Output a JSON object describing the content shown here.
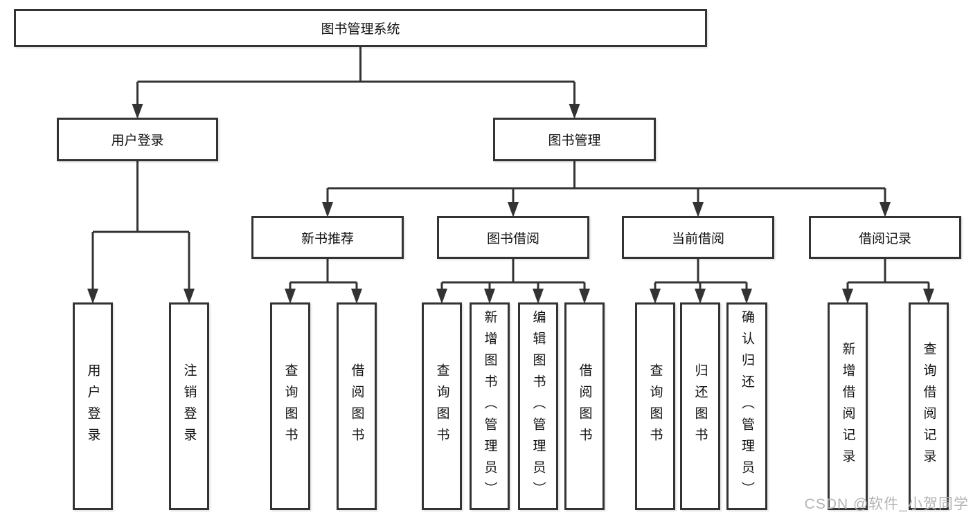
{
  "diagram_type": "tree",
  "colors": {
    "line": "#333333",
    "box_border": "#333333",
    "text": "#111111",
    "background": "#ffffff",
    "watermark": "#b4b4b4"
  },
  "watermark": "CSDN @软件_小贺同学",
  "tree": {
    "label": "图书管理系统",
    "children": [
      {
        "label": "用户登录",
        "children": [
          {
            "label": "用户登录"
          },
          {
            "label": "注销登录"
          }
        ]
      },
      {
        "label": "图书管理",
        "children": [
          {
            "label": "新书推荐",
            "children": [
              {
                "label": "查询图书"
              },
              {
                "label": "借阅图书"
              }
            ]
          },
          {
            "label": "图书借阅",
            "children": [
              {
                "label": "查询图书"
              },
              {
                "label": "新增图书（管理员）"
              },
              {
                "label": "编辑图书（管理员）"
              },
              {
                "label": "借阅图书"
              }
            ]
          },
          {
            "label": "当前借阅",
            "children": [
              {
                "label": "查询图书"
              },
              {
                "label": "归还图书"
              },
              {
                "label": "确认归还（管理员）"
              }
            ]
          },
          {
            "label": "借阅记录",
            "children": [
              {
                "label": "新增借阅记录"
              },
              {
                "label": "查询借阅记录"
              }
            ]
          }
        ]
      }
    ]
  }
}
